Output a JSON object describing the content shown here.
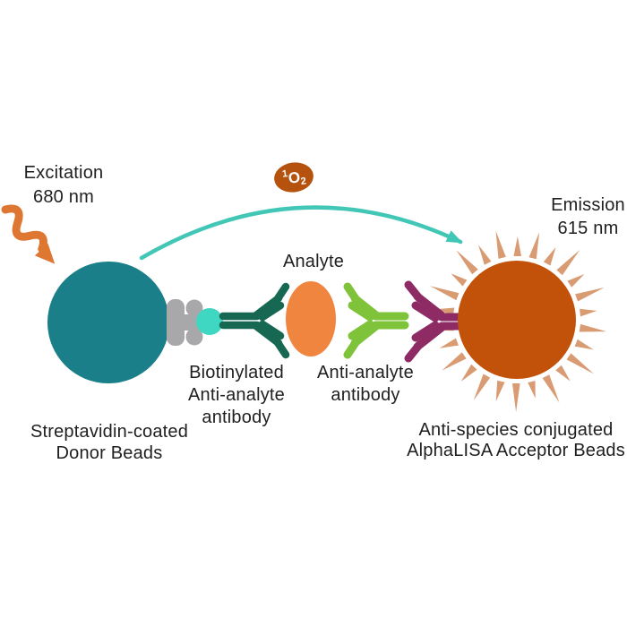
{
  "labels": {
    "excitation": "Excitation\n680 nm",
    "emission": "Emission\n615 nm",
    "analyte": "Analyte",
    "biotinylated_antibody": "Biotinylated\nAnti-analyte\nantibody",
    "anti_analyte_antibody": "Anti-analyte\nantibody",
    "donor_beads": "Streptavidin-coated\nDonor Beads",
    "acceptor_beads": "Anti-species conjugated\nAlphaLISA Acceptor Beads"
  },
  "singlet_oxygen": {
    "sup": "1",
    "symbol": "O",
    "sub": "2"
  },
  "colors": {
    "text": "#1f1f1f",
    "donor_bead": "#1a7f88",
    "streptavidin": "#a8a8aa",
    "biotin": "#3fd7c2",
    "biotinylated_antibody": "#176853",
    "analyte": "#f08540",
    "anti_analyte_antibody": "#7ec33a",
    "anti_species_antibody": "#8e2b65",
    "acceptor_bead": "#c25109",
    "acceptor_rays": "#d89b72",
    "energy_arc": "#42c7b7",
    "singlet_oxygen_badge": "#b4520e",
    "excitation_arrow": "#de7731"
  }
}
